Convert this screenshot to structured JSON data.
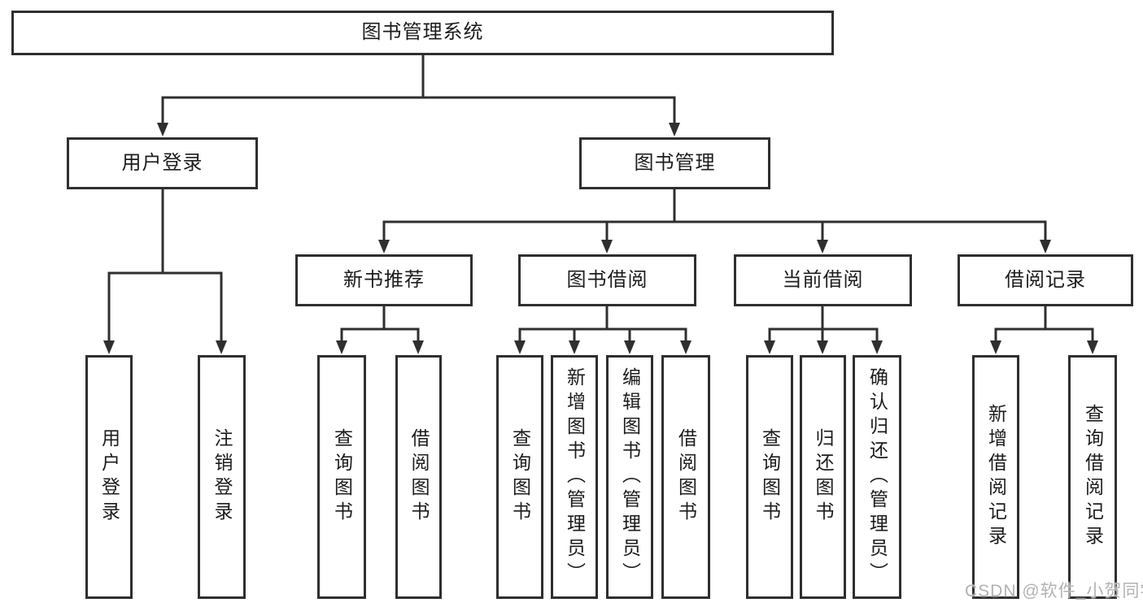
{
  "diagram": {
    "type": "hierarchy-tree",
    "tree": {
      "label": "图书管理系统",
      "children": [
        {
          "label": "用户登录",
          "children": [
            {
              "label": "用户登录"
            },
            {
              "label": "注销登录"
            }
          ]
        },
        {
          "label": "图书管理",
          "children": [
            {
              "label": "新书推荐",
              "children": [
                {
                  "label": "查询图书"
                },
                {
                  "label": "借阅图书"
                }
              ]
            },
            {
              "label": "图书借阅",
              "children": [
                {
                  "label": "查询图书"
                },
                {
                  "label": "新增图书（管理员）"
                },
                {
                  "label": "编辑图书（管理员）"
                },
                {
                  "label": "借阅图书"
                }
              ]
            },
            {
              "label": "当前借阅",
              "children": [
                {
                  "label": "查询图书"
                },
                {
                  "label": "归还图书"
                },
                {
                  "label": "确认归还（管理员）"
                }
              ]
            },
            {
              "label": "借阅记录",
              "children": [
                {
                  "label": "新增借阅记录"
                },
                {
                  "label": "查询借阅记录"
                }
              ]
            }
          ]
        }
      ]
    }
  },
  "watermark": {
    "text": "CSDN @软件_小贺同学"
  },
  "colors": {
    "line": "#2f2f2f",
    "box_border": "#2f2f2f",
    "text": "#1c1c1c",
    "background": "#ffffff",
    "watermark": "#b2b2b2"
  }
}
